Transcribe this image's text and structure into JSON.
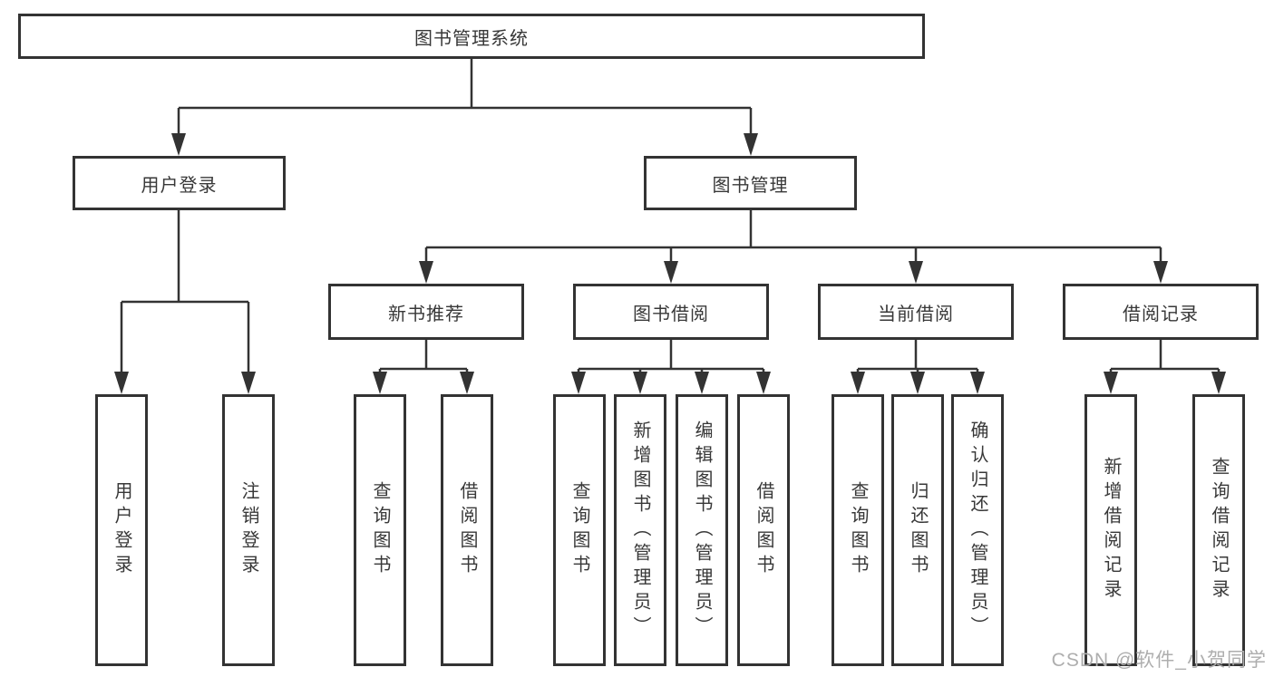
{
  "diagram": {
    "title_node": {
      "label": "图书管理系统"
    },
    "branches": {
      "user_login": {
        "label": "用户登录"
      },
      "book_mgmt": {
        "label": "图书管理"
      }
    },
    "modules": {
      "new_book_rec": {
        "label": "新书推荐"
      },
      "book_borrow": {
        "label": "图书借阅"
      },
      "current_borrow": {
        "label": "当前借阅"
      },
      "borrow_records": {
        "label": "借阅记录"
      }
    },
    "leaves": {
      "user_login_login": {
        "label": "用户登录"
      },
      "user_login_logout": {
        "label": "注销登录"
      },
      "nbr_query_book": {
        "label": "查询图书"
      },
      "nbr_borrow_book": {
        "label": "借阅图书"
      },
      "bb_query_book": {
        "label": "查询图书"
      },
      "bb_add_book": {
        "label": "新增图书（管理员）"
      },
      "bb_edit_book": {
        "label": "编辑图书（管理员）"
      },
      "bb_borrow_book": {
        "label": "借阅图书"
      },
      "cb_query_book": {
        "label": "查询图书"
      },
      "cb_return_book": {
        "label": "归还图书"
      },
      "cb_confirm_return": {
        "label": "确认归还（管理员）"
      },
      "br_add_record": {
        "label": "新增借阅记录"
      },
      "br_query_record": {
        "label": "查询借阅记录"
      }
    }
  },
  "watermark": {
    "text": "CSDN @软件_小贺同学"
  },
  "colors": {
    "line": "#333333",
    "box_border": "#333333",
    "text": "#383838",
    "watermark": "#aeaeae",
    "background": "#ffffff"
  }
}
